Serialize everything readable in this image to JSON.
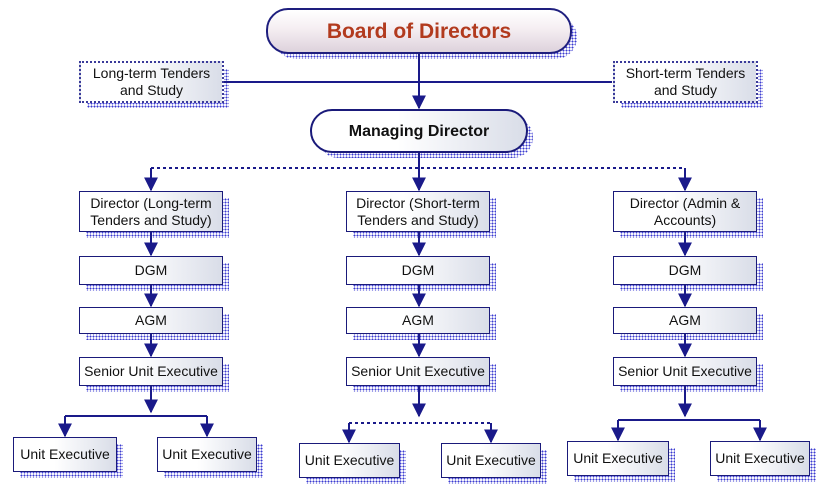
{
  "board": {
    "label": "Board of Directors"
  },
  "side_left": {
    "label": "Long-term Tenders and Study"
  },
  "side_right": {
    "label": "Short-term Tenders and Study"
  },
  "managing_director": {
    "label": "Managing Director"
  },
  "branches": [
    {
      "director": "Director (Long-term Tenders and Study)",
      "dgm": "DGM",
      "agm": "AGM",
      "senior": "Senior Unit Executive",
      "units": [
        "Unit Executive",
        "Unit Executive"
      ]
    },
    {
      "director": "Director (Short-term Tenders and Study)",
      "dgm": "DGM",
      "agm": "AGM",
      "senior": "Senior Unit Executive",
      "units": [
        "Unit Executive",
        "Unit Executive"
      ]
    },
    {
      "director": "Director (Admin & Accounts)",
      "dgm": "DGM",
      "agm": "AGM",
      "senior": "Senior Unit Executive",
      "units": [
        "Unit Executive",
        "Unit Executive"
      ]
    }
  ],
  "colors": {
    "line": "#1a1a8a",
    "board_text": "#b23a1e",
    "shadow": "#3b3bd0"
  }
}
